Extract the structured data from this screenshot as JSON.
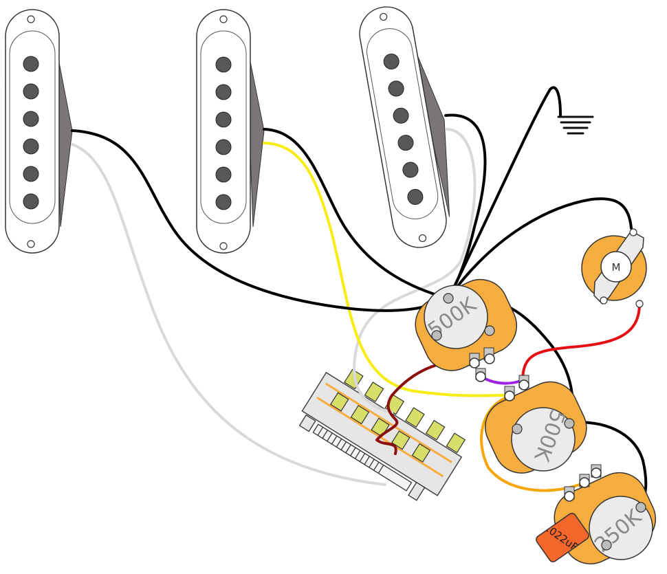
{
  "diagram": {
    "pots": [
      {
        "id": "volume",
        "label": "500K"
      },
      {
        "id": "tone-1",
        "label": "500K"
      },
      {
        "id": "tone-2",
        "label": "250K"
      }
    ],
    "capacitor": {
      "label": ".022uF"
    },
    "output_jack": {
      "label": "M"
    },
    "pickups": [
      "neck",
      "middle",
      "bridge"
    ],
    "colors": {
      "wire_black": "#000000",
      "wire_white": "#d9d9d9",
      "wire_yellow": "#f7ec13",
      "wire_red": "#e50f13",
      "wire_dark_red": "#8b1111",
      "wire_orange": "#f6a609",
      "wire_purple": "#9b22e6",
      "pot_body": "#f5ad3f",
      "pot_shaft": "#ebebeb",
      "capacitor": "#f5662a",
      "switch_plate": "#e6e6e6",
      "switch_lug": "#d8de6a",
      "pickup_cover": "#ffffff",
      "pole_piece": "#595757"
    }
  }
}
